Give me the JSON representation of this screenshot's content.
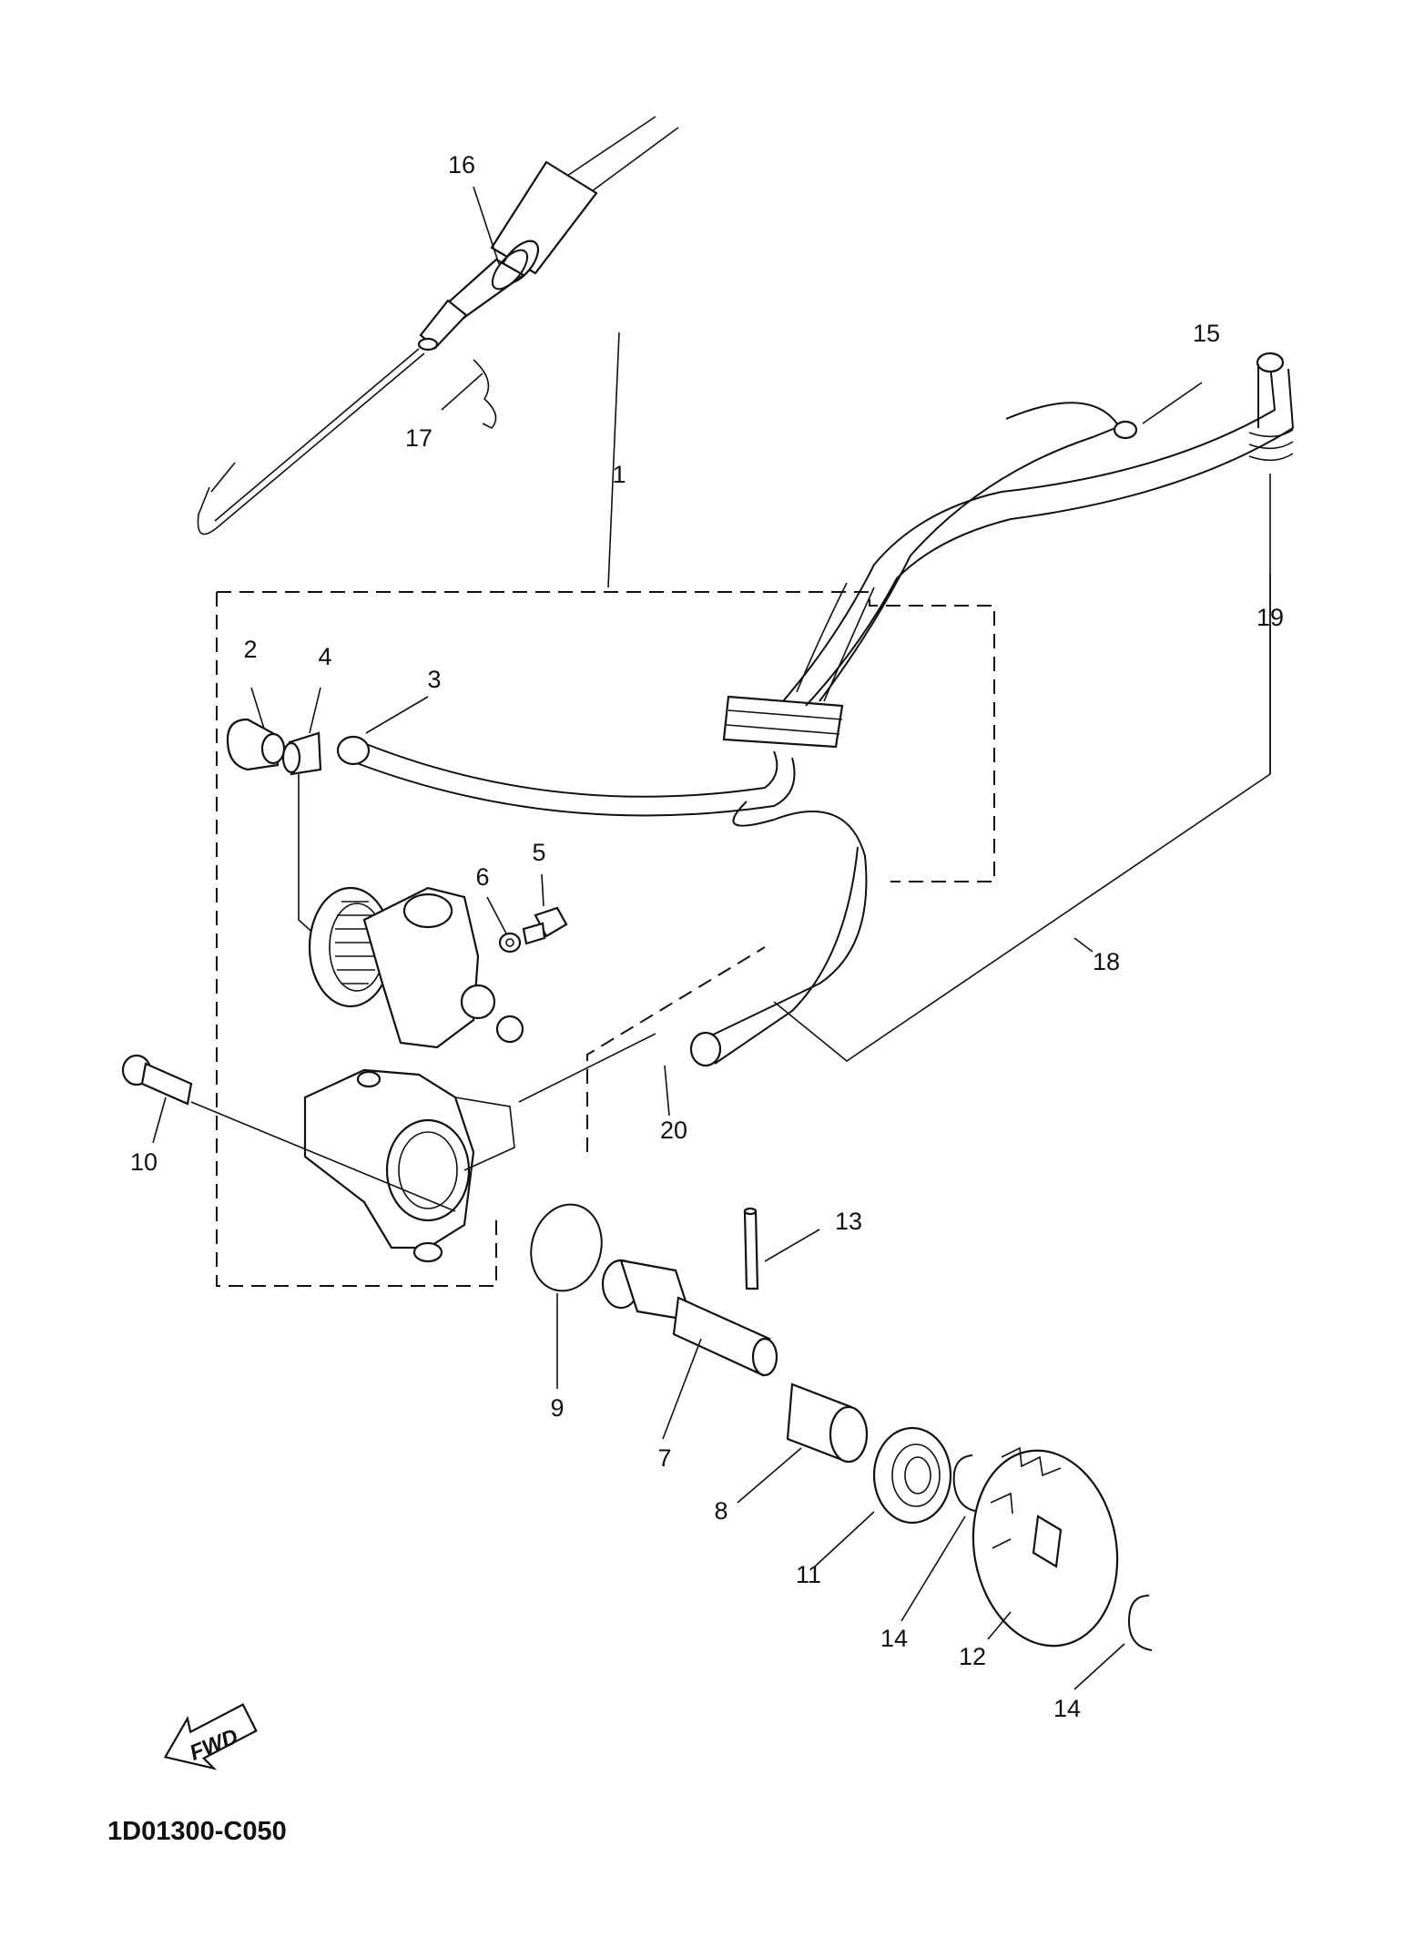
{
  "diagram": {
    "part_code": "1D01300-C050",
    "fwd_label": "FWD",
    "callouts": [
      "1",
      "2",
      "3",
      "4",
      "5",
      "6",
      "7",
      "8",
      "9",
      "10",
      "11",
      "12",
      "13",
      "14",
      "14",
      "15",
      "16",
      "17",
      "18",
      "19",
      "20"
    ]
  }
}
